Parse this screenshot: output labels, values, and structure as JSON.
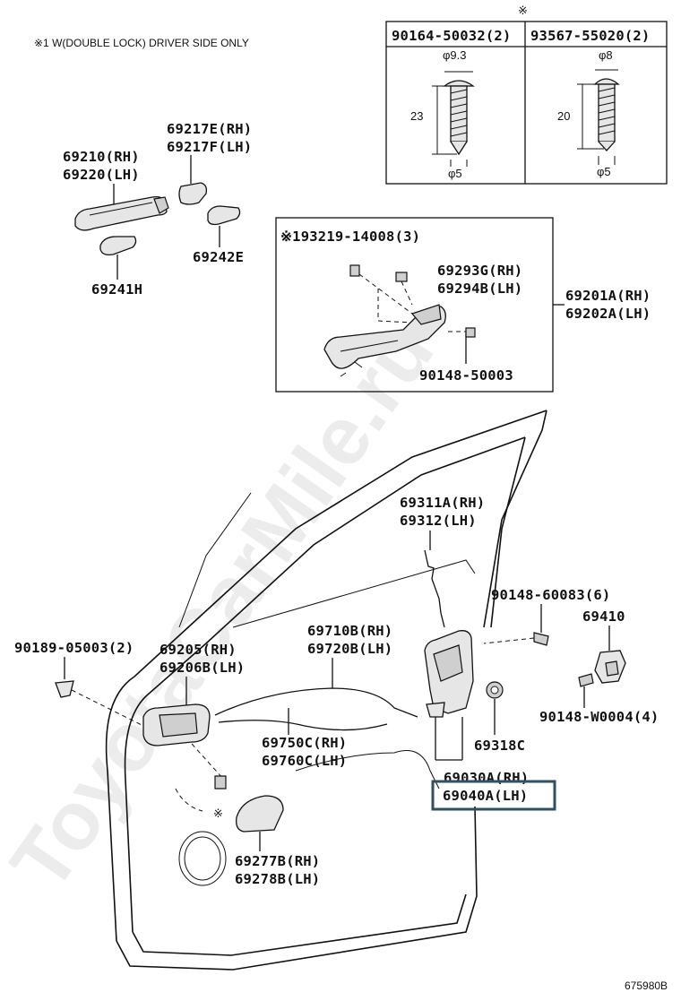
{
  "header_note": "※1 W(DOUBLE LOCK) DRIVER SIDE ONLY",
  "spec_table": {
    "top_mark": "※",
    "col1_part": "90164-50032(2)",
    "col2_part": "93567-55020(2)",
    "col1_head_dia": "φ9.3",
    "col1_length": "23",
    "col1_shank_dia": "φ5",
    "col2_head_dia": "φ8",
    "col2_length": "20",
    "col2_shank_dia": "φ5"
  },
  "labels": {
    "outer_handle_cover_rh": "69217E(RH)",
    "outer_handle_cover_lh": "69217F(LH)",
    "outer_handle_rh": "69210(RH)",
    "outer_handle_lh": "69220(LH)",
    "pad_69242e": "69242E",
    "pad_69241h": "69241H",
    "frame_bolt": "※193219-14008(3)",
    "frame_sub_rh": "69293G(RH)",
    "frame_sub_lh": "69294B(LH)",
    "frame_assy_rh": "69201A(RH)",
    "frame_assy_lh": "69202A(LH)",
    "frame_screw": "90148-50003",
    "rod_rh": "69311A(RH)",
    "rod_lh": "69312(LH)",
    "striker_screw": "90148-60083(6)",
    "striker": "69410",
    "clip": "90189-05003(2)",
    "inner_handle_rh": "69205(RH)",
    "inner_handle_lh": "69206B(LH)",
    "cable_rh": "69710B(RH)",
    "cable_lh": "69720B(LH)",
    "striker_bolt": "90148-W0004(4)",
    "cable2_rh": "69750C(RH)",
    "cable2_lh": "69760C(LH)",
    "grommet": "69318C",
    "lock_rh": "69030A(RH)",
    "lock_lh": "69040A(LH)",
    "screw_mark": "※",
    "bezel_rh": "69277B(RH)",
    "bezel_lh": "69278B(LH)",
    "diagram_code": "675980B"
  },
  "watermark": "ToyotaCarMile.ru",
  "highlight_color": "#2f4f66"
}
